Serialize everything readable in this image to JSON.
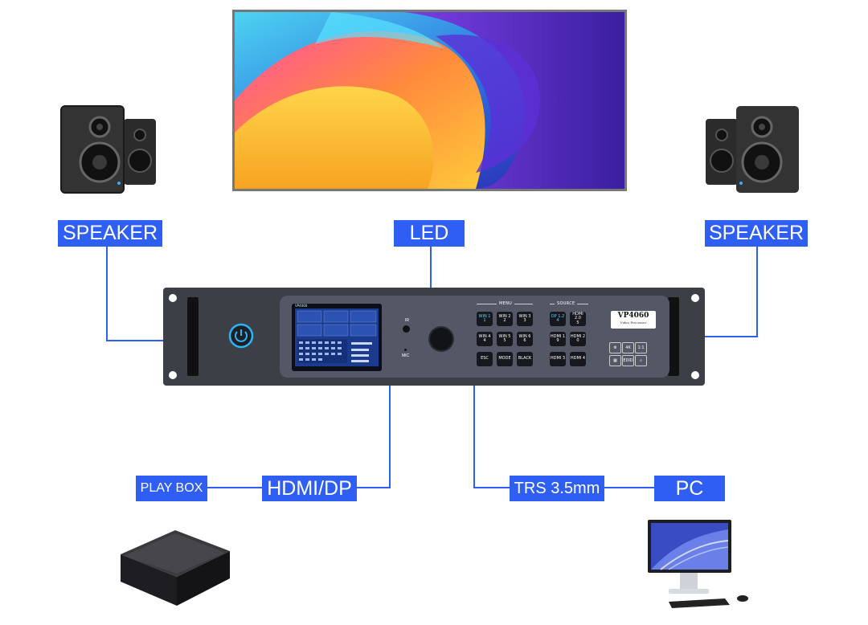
{
  "labels": {
    "speaker_left": "SPEAKER",
    "led": "LED",
    "speaker_right": "SPEAKER",
    "play_box": "PLAY BOX",
    "hdmi_dp": "HDMI/DP",
    "trs": "TRS 3.5mm",
    "pc": "PC"
  },
  "processor": {
    "model": "VP4060",
    "subtitle": "Video Processor",
    "ir": "IR",
    "mic": "MIC",
    "menu_header": "MENU",
    "source_header": "SOURCE",
    "menu_keys": [
      {
        "top": "WIN 1",
        "bottom": "1"
      },
      {
        "top": "WIN 2",
        "bottom": "2"
      },
      {
        "top": "WIN 3",
        "bottom": "3"
      },
      {
        "top": "WIN 4",
        "bottom": "4"
      },
      {
        "top": "WIN 5",
        "bottom": "5"
      },
      {
        "top": "WIN 6",
        "bottom": "6"
      },
      {
        "top": "ESC",
        "bottom": ""
      },
      {
        "top": "MODE",
        "bottom": ""
      },
      {
        "top": "BLACK",
        "bottom": ""
      }
    ],
    "source_keys": [
      {
        "top": "DP 1.2",
        "bottom": "4"
      },
      {
        "top": "HDMI 2.0",
        "bottom": "5"
      },
      {
        "top": "HDMI 1",
        "bottom": "9"
      },
      {
        "top": "HDMI 2",
        "bottom": "0"
      },
      {
        "top": "HDMI 3",
        "bottom": ""
      },
      {
        "top": "HDMI 4",
        "bottom": ""
      }
    ],
    "feature_badges": [
      "4K",
      "1:1",
      "EDID"
    ],
    "lcd_title": "VP4060"
  },
  "colors": {
    "accent": "#2f5ff2",
    "chassis": "#3d3f47",
    "power_ring": "#29b6f6"
  }
}
